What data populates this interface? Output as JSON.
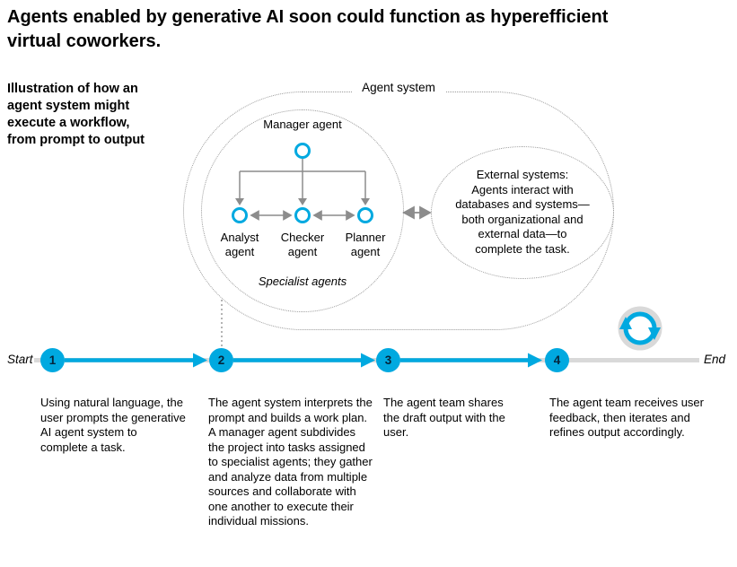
{
  "page": {
    "title": "Agents enabled by generative AI soon could function as hyperefficient\nvirtual coworkers."
  },
  "intro": {
    "text": "Illustration of how an\nagent system might\nexecute a workflow,\nfrom prompt to output"
  },
  "agent_system": {
    "label": "Agent system",
    "manager": {
      "label": "Manager agent"
    },
    "specialists": [
      {
        "label": "Analyst\nagent"
      },
      {
        "label": "Checker\nagent"
      },
      {
        "label": "Planner\nagent"
      }
    ],
    "group_label": "Specialist agents",
    "external": {
      "text": "External systems:\nAgents interact with\ndatabases and systems—\nboth organizational and\nexternal data—to\ncomplete the task."
    }
  },
  "timeline": {
    "start_label": "Start",
    "end_label": "End",
    "steps": [
      {
        "number": "1",
        "text": "Using natural language, the user prompts the generative AI agent system to complete a task."
      },
      {
        "number": "2",
        "text": "The agent system interprets the prompt and builds a work plan. A manager agent subdivides the project into tasks assigned to specialist agents; they gather and analyze data from multiple sources and collaborate with one another to execute their individual missions."
      },
      {
        "number": "3",
        "text": "The agent team shares the draft output with the user."
      },
      {
        "number": "4",
        "text": "The agent team receives user feedback, then iterates and refines output accordingly."
      }
    ]
  },
  "colors": {
    "accent": "#00A9E0",
    "connector_gray": "#8c8c8c",
    "track_gray": "#d9d9d9"
  }
}
